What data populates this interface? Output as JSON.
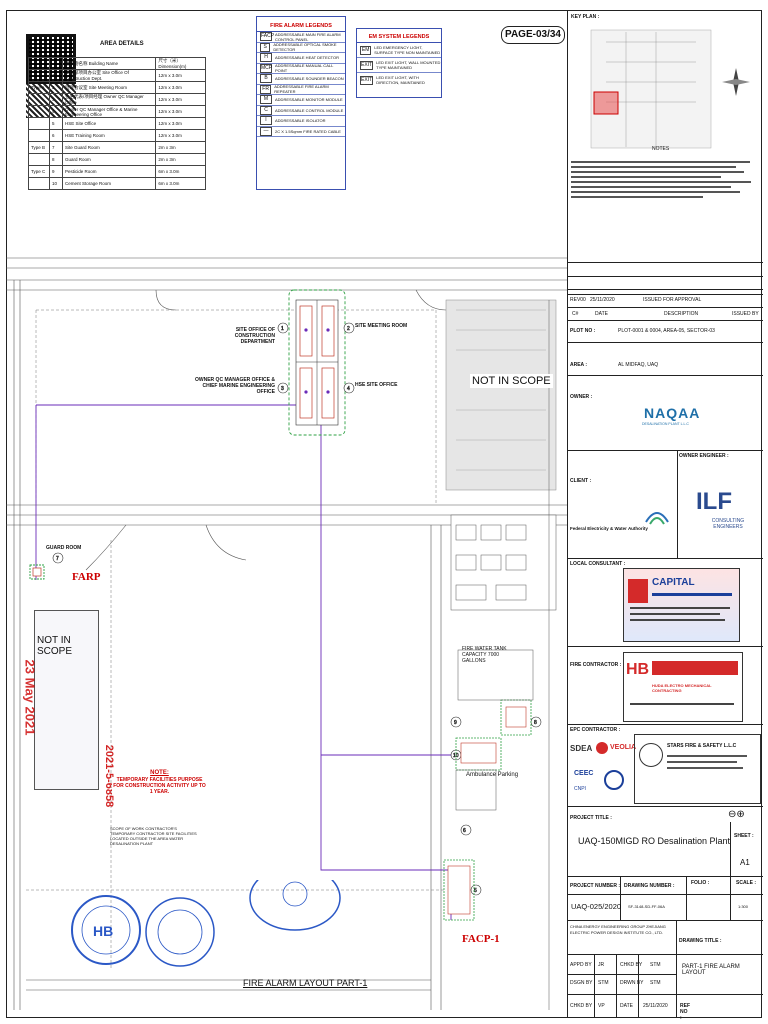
{
  "sheet": {
    "page_badge": "PAGE-03/34",
    "drawing_caption": "FIRE ALARM LAYOUT PART-1"
  },
  "key_plan": {
    "title": "KEY PLAN :",
    "notes_title": "NOTES"
  },
  "area_details": {
    "title": "AREA DETAILS",
    "headers": [
      "建筑物名称 Building Name",
      "尺寸（米）Dimension(m)"
    ],
    "rows": [
      {
        "type": "",
        "no": "1",
        "name": "工程部项目办公室 Site Office Of Construction Dept.",
        "dim": "12m x 3.0m"
      },
      {
        "type": "Type A",
        "no": "2",
        "name": "监理会议室 Site Meeting Room",
        "dim": "12m x 3.0m"
      },
      {
        "type": "",
        "no": "3",
        "name": "业主代表/项目经理 Owner QC Manager Office",
        "dim": "12m x 3.0m"
      },
      {
        "type": "",
        "no": "4",
        "name": "Owner QC Manager Office & Marine Engineering Office",
        "dim": "12m x 3.0m"
      },
      {
        "type": "",
        "no": "5",
        "name": "HSE Site Office",
        "dim": "12m x 3.0m"
      },
      {
        "type": "",
        "no": "6",
        "name": "HSE Training Room",
        "dim": "12m x 3.0m"
      },
      {
        "type": "Type B",
        "no": "7",
        "name": "Site Guard Room",
        "dim": "2m x 3m"
      },
      {
        "type": "",
        "no": "8",
        "name": "Guard Room",
        "dim": "2m x 3m"
      },
      {
        "type": "Type C",
        "no": "9",
        "name": "Pesticide Room",
        "dim": "6m x 3.0m"
      },
      {
        "type": "",
        "no": "10",
        "name": "Cement Storage Room",
        "dim": "6m x 3.0m"
      }
    ]
  },
  "fire_alarm_legend": {
    "title": "FIRE ALARM LEGENDS",
    "rows": [
      {
        "sym": "FACP",
        "label": "ADDRESSABLE MAIN FIRE ALARM CONTROL PANEL"
      },
      {
        "sym": "S",
        "label": "ADDRESSABLE OPTICAL SMOKE DETECTOR"
      },
      {
        "sym": "H",
        "label": "ADDRESSABLE HEAT DETECTOR"
      },
      {
        "sym": "MCP",
        "label": "ADDRESSABLE MANUAL CALL POINT"
      },
      {
        "sym": "B",
        "label": "ADDRESSABLE SOUNDER BEACON"
      },
      {
        "sym": "FR",
        "label": "ADDRESSABLE FIRE ALARM REPEATER"
      },
      {
        "sym": "M",
        "label": "ADDRESSABLE MONITOR MODULE"
      },
      {
        "sym": "C",
        "label": "ADDRESSABLE CONTROL MODULE"
      },
      {
        "sym": "I",
        "label": "ADDRESSABLE ISOLATOR"
      },
      {
        "sym": "—",
        "label": "2C X 1.5Sqmm FIRE RATED CABLE"
      }
    ]
  },
  "em_legend": {
    "title": "EM SYSTEM LEGENDS",
    "rows": [
      {
        "sym": "EM",
        "label": "LED EMERGENCY LIGHT, SURFACE TYPE NON MAINTAINED"
      },
      {
        "sym": "EXIT",
        "label": "LED EXIT LIGHT, WALL MOUNTED TYPE MAINTAINED"
      },
      {
        "sym": "EXIT",
        "label": "LED EXIT LIGHT, WITH DIRECTION, MAINTAINED"
      }
    ]
  },
  "plan": {
    "labels": [
      {
        "id": "site-office",
        "text": "SITE OFFICE OF CONSTRUCTION DEPARTMENT"
      },
      {
        "id": "meeting-room",
        "text": "SITE MEETING ROOM"
      },
      {
        "id": "owner-qc",
        "text": "OWNER QC MANAGER OFFICE & CHIEF MARINE ENGINEERING OFFICE"
      },
      {
        "id": "hse-office",
        "text": "HSE SITE OFFICE"
      },
      {
        "id": "guard-room",
        "text": "GUARD ROOM"
      },
      {
        "id": "farp",
        "text": "FARP"
      },
      {
        "id": "facp",
        "text": "FACP-1"
      },
      {
        "id": "ambulance",
        "text": "Ambulance Parking"
      },
      {
        "id": "fire-water",
        "text": "FIRE WATER TANK CAPACITY 7000 GALLONS"
      }
    ],
    "not_in_scope": "NOT IN SCOPE",
    "note_title": "NOTE:",
    "note_text": "TEMPORARY FACILITIES PURPOSE FOR CONSTRUCTION ACTIVITY UP TO 1 YEAR.",
    "scope_text": "SCOPE OF WORK CONTRACTOR'S TEMPORARY CONTRACTOR SITE FACILITIES LOCATED OUTSIDE THE AREA WATER DESALINATION PLANT",
    "stamp_date": "23 May 2021",
    "stamp_number": "2021-5-6858"
  },
  "title_block": {
    "revision": {
      "rev": "REV00",
      "date": "25/11/2020",
      "desc": "ISSUED FOR APPROVAL"
    },
    "rev_headers": [
      "C#",
      "DATE",
      "DESCRIPTION",
      "ISSUED BY"
    ],
    "plot_label": "PLOT NO :",
    "plot_value": "PLOT-0001 & 0004, AREA-05, SECTOR-03",
    "area_label": "AREA :",
    "area_value": "AL MIDFAQ, UAQ",
    "owner_label": "OWNER :",
    "owner_name": "NAQAA",
    "owner_sub": "DESALINATION PLANT L.L.C",
    "owner_engineer_label": "OWNER ENGINEER :",
    "client_label": "CLIENT :",
    "client_name": "Federal Electricity & Water Authority",
    "consultant_name": "ILF",
    "consultant_sub": "CONSULTING ENGINEERS",
    "local_consultant_label": "LOCAL CONSULTANT :",
    "local_consultant_name": "CAPITAL",
    "fire_contractor_label": "FIRE CONTRACTOR :",
    "fire_contractor_name": "HB",
    "fire_contractor_sub": "HUDA ELECTRO MECHANICAL CONTRACTING",
    "epc_label": "EPC CONTRACTOR :",
    "epc_names": [
      "SDEA",
      "VEOLIA",
      "CEEC",
      "CNPI"
    ],
    "stars_name": "STARS FIRE & SAFETY L.L.C",
    "project_title_label": "PROJECT TITLE :",
    "sheet_label": "SHEET :",
    "project_title": "UAQ-150MIGD RO Desalination Plant",
    "sheet_value": "A1",
    "project_number_label": "PROJECT NUMBER :",
    "drawing_number_label": "DRAWING NUMBER :",
    "folio_label": "FOLIO :",
    "scale_label": "SCALE :",
    "project_number": "UAQ-025/2020",
    "drawing_number": "SF-3148-SD-FF-06A",
    "scale_value": "1:300",
    "designer": "CHINA ENERGY ENGINEERING GROUP ZHEJIANG ELECTRIC POWER DESIGN INSTITUTE CO., LTD.",
    "drawing_title_label": "DRAWING TITLE :",
    "drawing_title": "PART-1 FIRE ALARM LAYOUT",
    "sign_rows": [
      [
        "APPD BY",
        "JR",
        "CHKD BY",
        "STM"
      ],
      [
        "DSGN BY",
        "STM",
        "DRWN BY",
        "STM"
      ],
      [
        "CHKD BY",
        "VP",
        "DATE",
        "25/11/2020",
        "REF NO :"
      ]
    ]
  }
}
